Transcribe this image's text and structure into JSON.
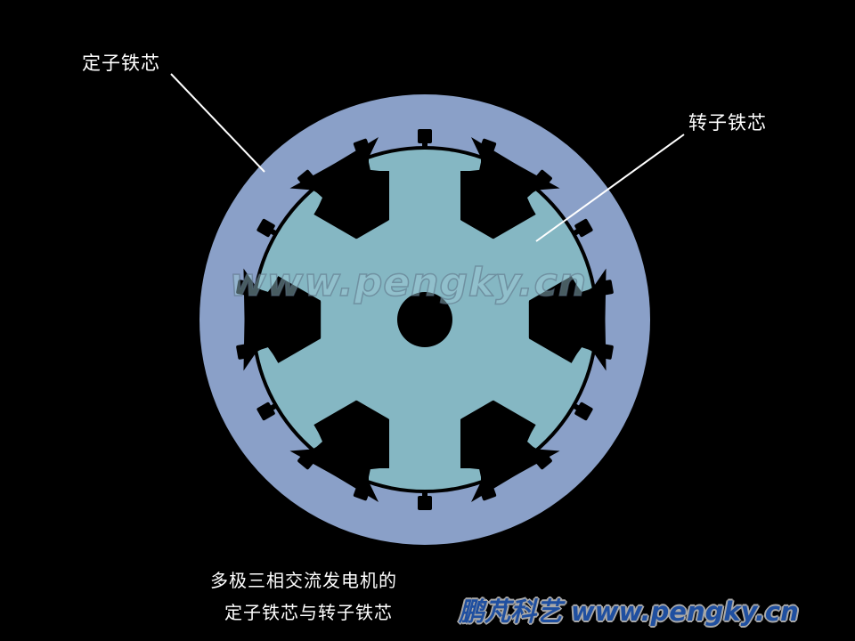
{
  "labels": {
    "stator": "定子铁芯",
    "rotor": "转子铁芯"
  },
  "caption": {
    "line1": "多极三相交流发电机的",
    "line2": "定子铁芯与转子铁芯"
  },
  "brand": {
    "name": "鹏芃科艺",
    "url": "www.pengky.cn"
  },
  "watermark": "www.pengky.cn",
  "diagram": {
    "stator_slots": 18,
    "rotor_poles": 6
  },
  "colors": {
    "background": "#000000",
    "stator": "#8aa0c8",
    "rotor": "#85b7c3",
    "gap": "#000000",
    "brand_text": "#1f4fa0"
  }
}
